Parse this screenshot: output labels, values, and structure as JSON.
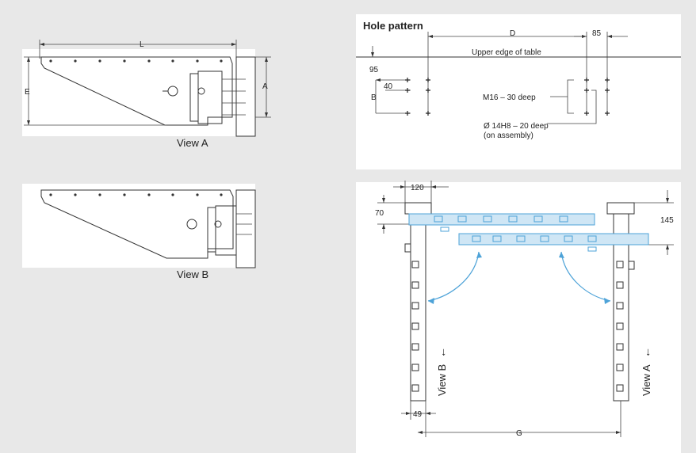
{
  "colors": {
    "background": "#e8e8e8",
    "panel": "#ffffff",
    "line": "#333333",
    "accent_blue": "#4ea3d8"
  },
  "view_a": {
    "title": "View A",
    "dim_L": "L",
    "dim_E": "E",
    "dim_A": "A"
  },
  "view_b": {
    "title": "View B"
  },
  "hole_pattern": {
    "title": "Hole pattern",
    "dim_D": "D",
    "dim_85": "85",
    "upper_edge": "Upper edge of table",
    "dim_95": "95",
    "dim_40": "40",
    "dim_B": "B",
    "note_m16": "M16 – 30 deep",
    "note_hole": "Ø 14H8 – 20 deep",
    "note_assembly": "(on assembly)"
  },
  "plan": {
    "dim_120": "120",
    "dim_70": "70",
    "dim_145": "145",
    "dim_49": "49",
    "dim_G": "G",
    "view_b_label": "View B",
    "view_a_label": "View A"
  }
}
